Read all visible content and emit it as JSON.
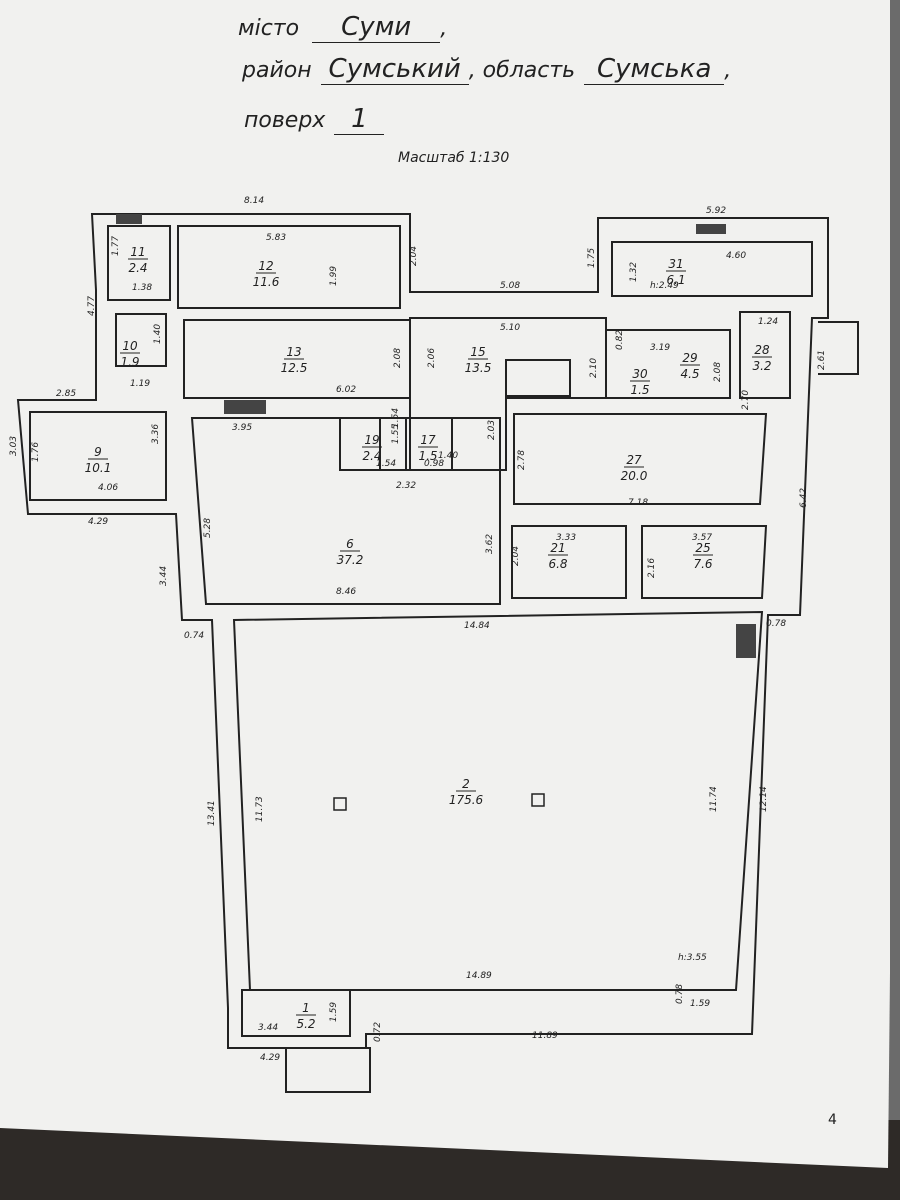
{
  "header": {
    "city_label": "місто",
    "city_value": "Суми",
    "district_label": "район",
    "district_value": "Сумський",
    "region_label": ", область",
    "region_value": "Сумська",
    "floor_label": "поверх",
    "floor_value": "1",
    "scale_label": "Масштаб 1:130"
  },
  "rooms": [
    {
      "num": "1",
      "area": "5.2"
    },
    {
      "num": "2",
      "area": "175.6"
    },
    {
      "num": "6",
      "area": "37.2"
    },
    {
      "num": "9",
      "area": "10.1"
    },
    {
      "num": "10",
      "area": "1.9"
    },
    {
      "num": "11",
      "area": "2.4"
    },
    {
      "num": "12",
      "area": "11.6"
    },
    {
      "num": "13",
      "area": "12.5"
    },
    {
      "num": "15",
      "area": "13.5"
    },
    {
      "num": "17",
      "area": "1.5"
    },
    {
      "num": "19",
      "area": "2.4"
    },
    {
      "num": "21",
      "area": "6.8"
    },
    {
      "num": "25",
      "area": "7.6"
    },
    {
      "num": "27",
      "area": "20.0"
    },
    {
      "num": "28",
      "area": "3.2"
    },
    {
      "num": "29",
      "area": "4.5"
    },
    {
      "num": "30",
      "area": "1.5"
    },
    {
      "num": "31",
      "area": "6.1"
    }
  ],
  "dimensions": [
    "8.14",
    "5.83",
    "2.04",
    "1.77",
    "1.38",
    "1.99",
    "4.77",
    "1.40",
    "1.19",
    "2.85",
    "3.03",
    "1.76",
    "3.36",
    "4.06",
    "4.29",
    "2.08",
    "2.06",
    "6.02",
    "3.95",
    "1.55",
    "1.54",
    "1.54",
    "0.98",
    "2.32",
    "1.40",
    "2.03",
    "2.78",
    "5.28",
    "3.44",
    "0.74",
    "3.62",
    "2.04",
    "3.33",
    "2.16",
    "3.57",
    "8.46",
    "14.84",
    "7.18",
    "6.42",
    "0.78",
    "5.92",
    "4.60",
    "1.75",
    "1.32",
    "h:2.49",
    "5.08",
    "5.10",
    "2.10",
    "0.82",
    "3.19",
    "2.08",
    "1.24",
    "2.70",
    "2.61",
    "13.41",
    "11.73",
    "11.74",
    "12.14",
    "14.89",
    "h:3.55",
    "3.44",
    "1.59",
    "0.72",
    "4.29",
    "11.89",
    "0.78",
    "1.59"
  ],
  "page_number": "4"
}
